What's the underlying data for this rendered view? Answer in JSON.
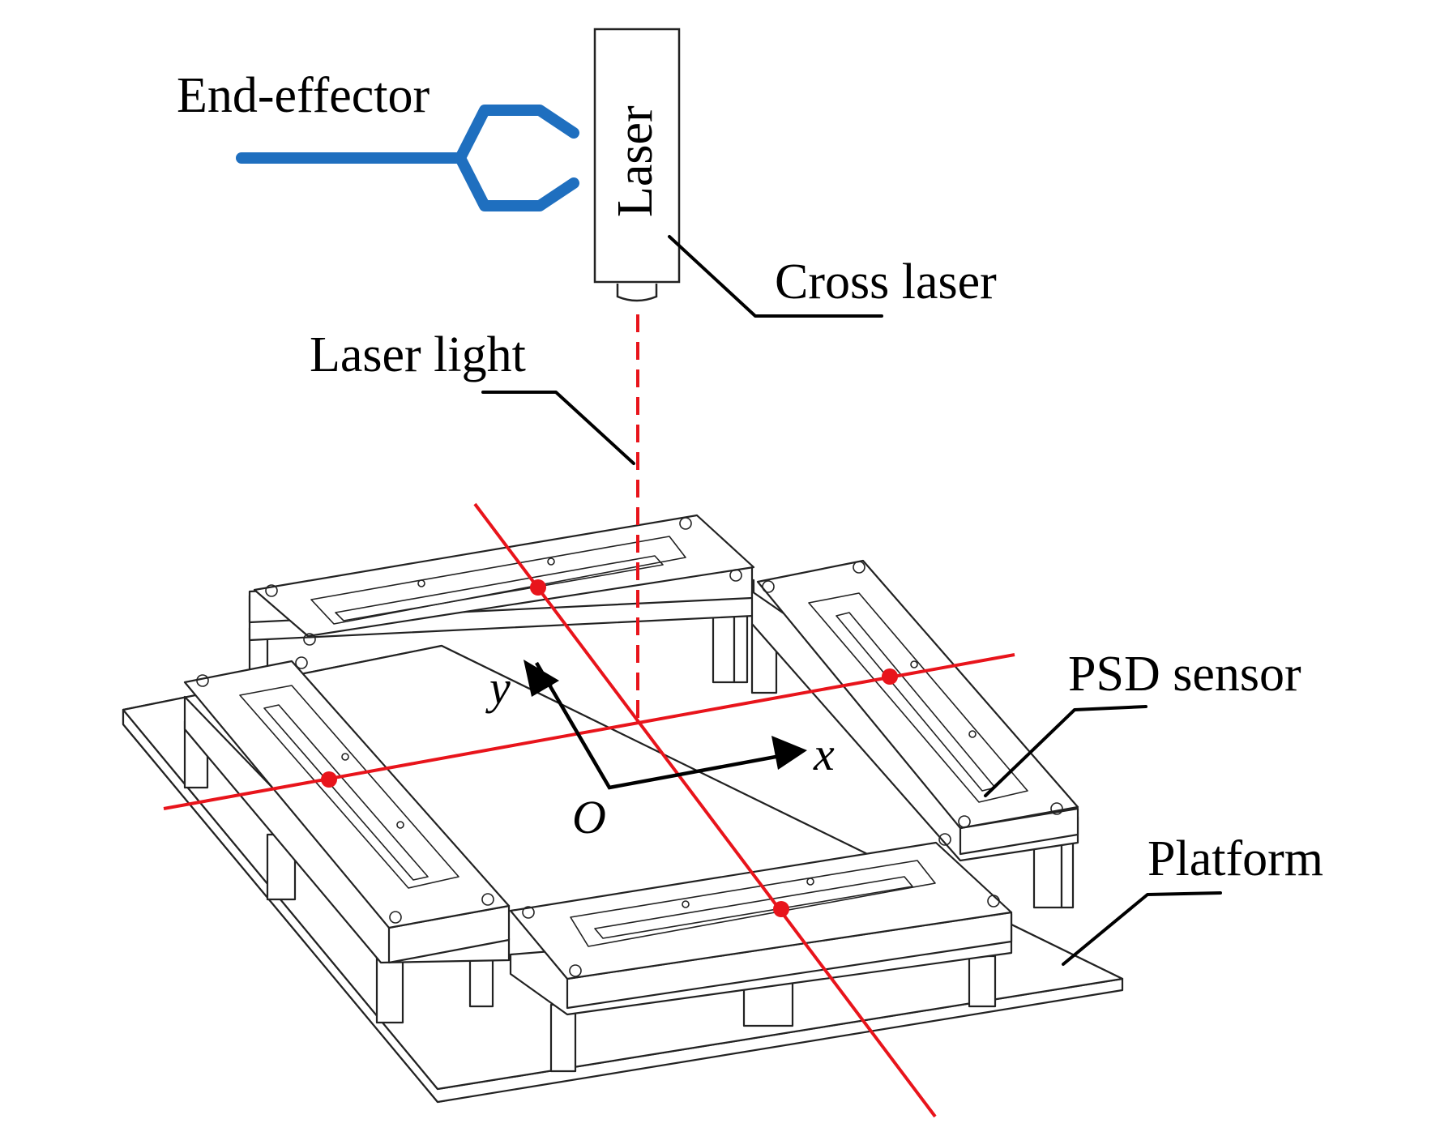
{
  "labels": {
    "end_effector": "End-effector",
    "laser_box": "Laser",
    "cross_laser": "Cross laser",
    "laser_light": "Laser light",
    "psd_sensor": "PSD sensor",
    "platform": "Platform",
    "axis_x": "x",
    "axis_y": "y",
    "origin": "O"
  },
  "colors": {
    "laser_line": "#e8141b",
    "laser_point": "#e8141b",
    "end_effector": "#1f6fbf",
    "leader_line": "#000000",
    "outline": "#222222",
    "background": "#ffffff"
  },
  "psd_sensor_count": 4,
  "laser_spot_count": 4
}
